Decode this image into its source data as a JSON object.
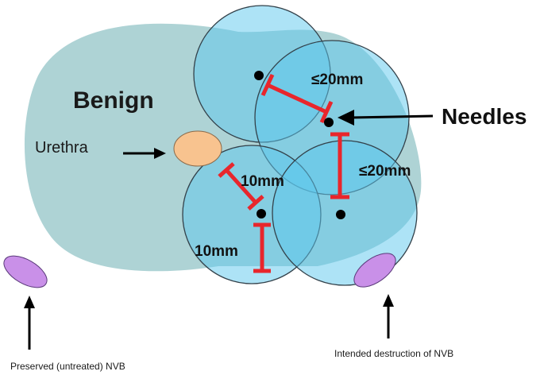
{
  "labels": {
    "benign": "Benign",
    "urethra": "Urethra",
    "needles": "Needles",
    "dim_top": "≤20mm",
    "dim_right": "≤20mm",
    "dim_left_a": "10mm",
    "dim_left_b": "10mm",
    "nvb_left": "Preserved (untreated) NVB",
    "nvb_right": "Intended destruction of NVB"
  },
  "colors": {
    "prostate": "#aed3d5",
    "ablation_zone": "#5cc8ee",
    "zone_outline": "#33414a",
    "urethra": "#f8c38f",
    "nvb": "#c990e8",
    "dimension_bar": "#e8262c",
    "needle": "#000000"
  }
}
